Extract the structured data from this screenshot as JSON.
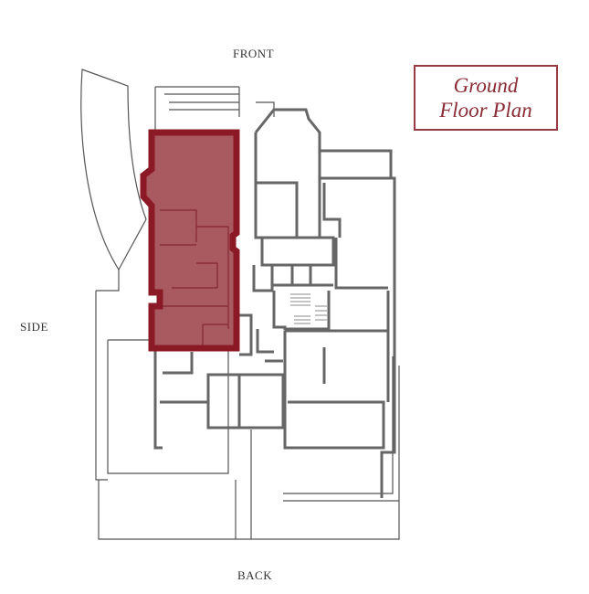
{
  "title": {
    "line1": "Ground",
    "line2": "Floor Plan"
  },
  "orientation": {
    "front": "FRONT",
    "side": "SIDE",
    "back": "BACK"
  },
  "colors": {
    "highlight_fill": "#a85a60",
    "highlight_stroke": "#8b1a26",
    "wall": "#555555",
    "title": "#8a2a34"
  }
}
